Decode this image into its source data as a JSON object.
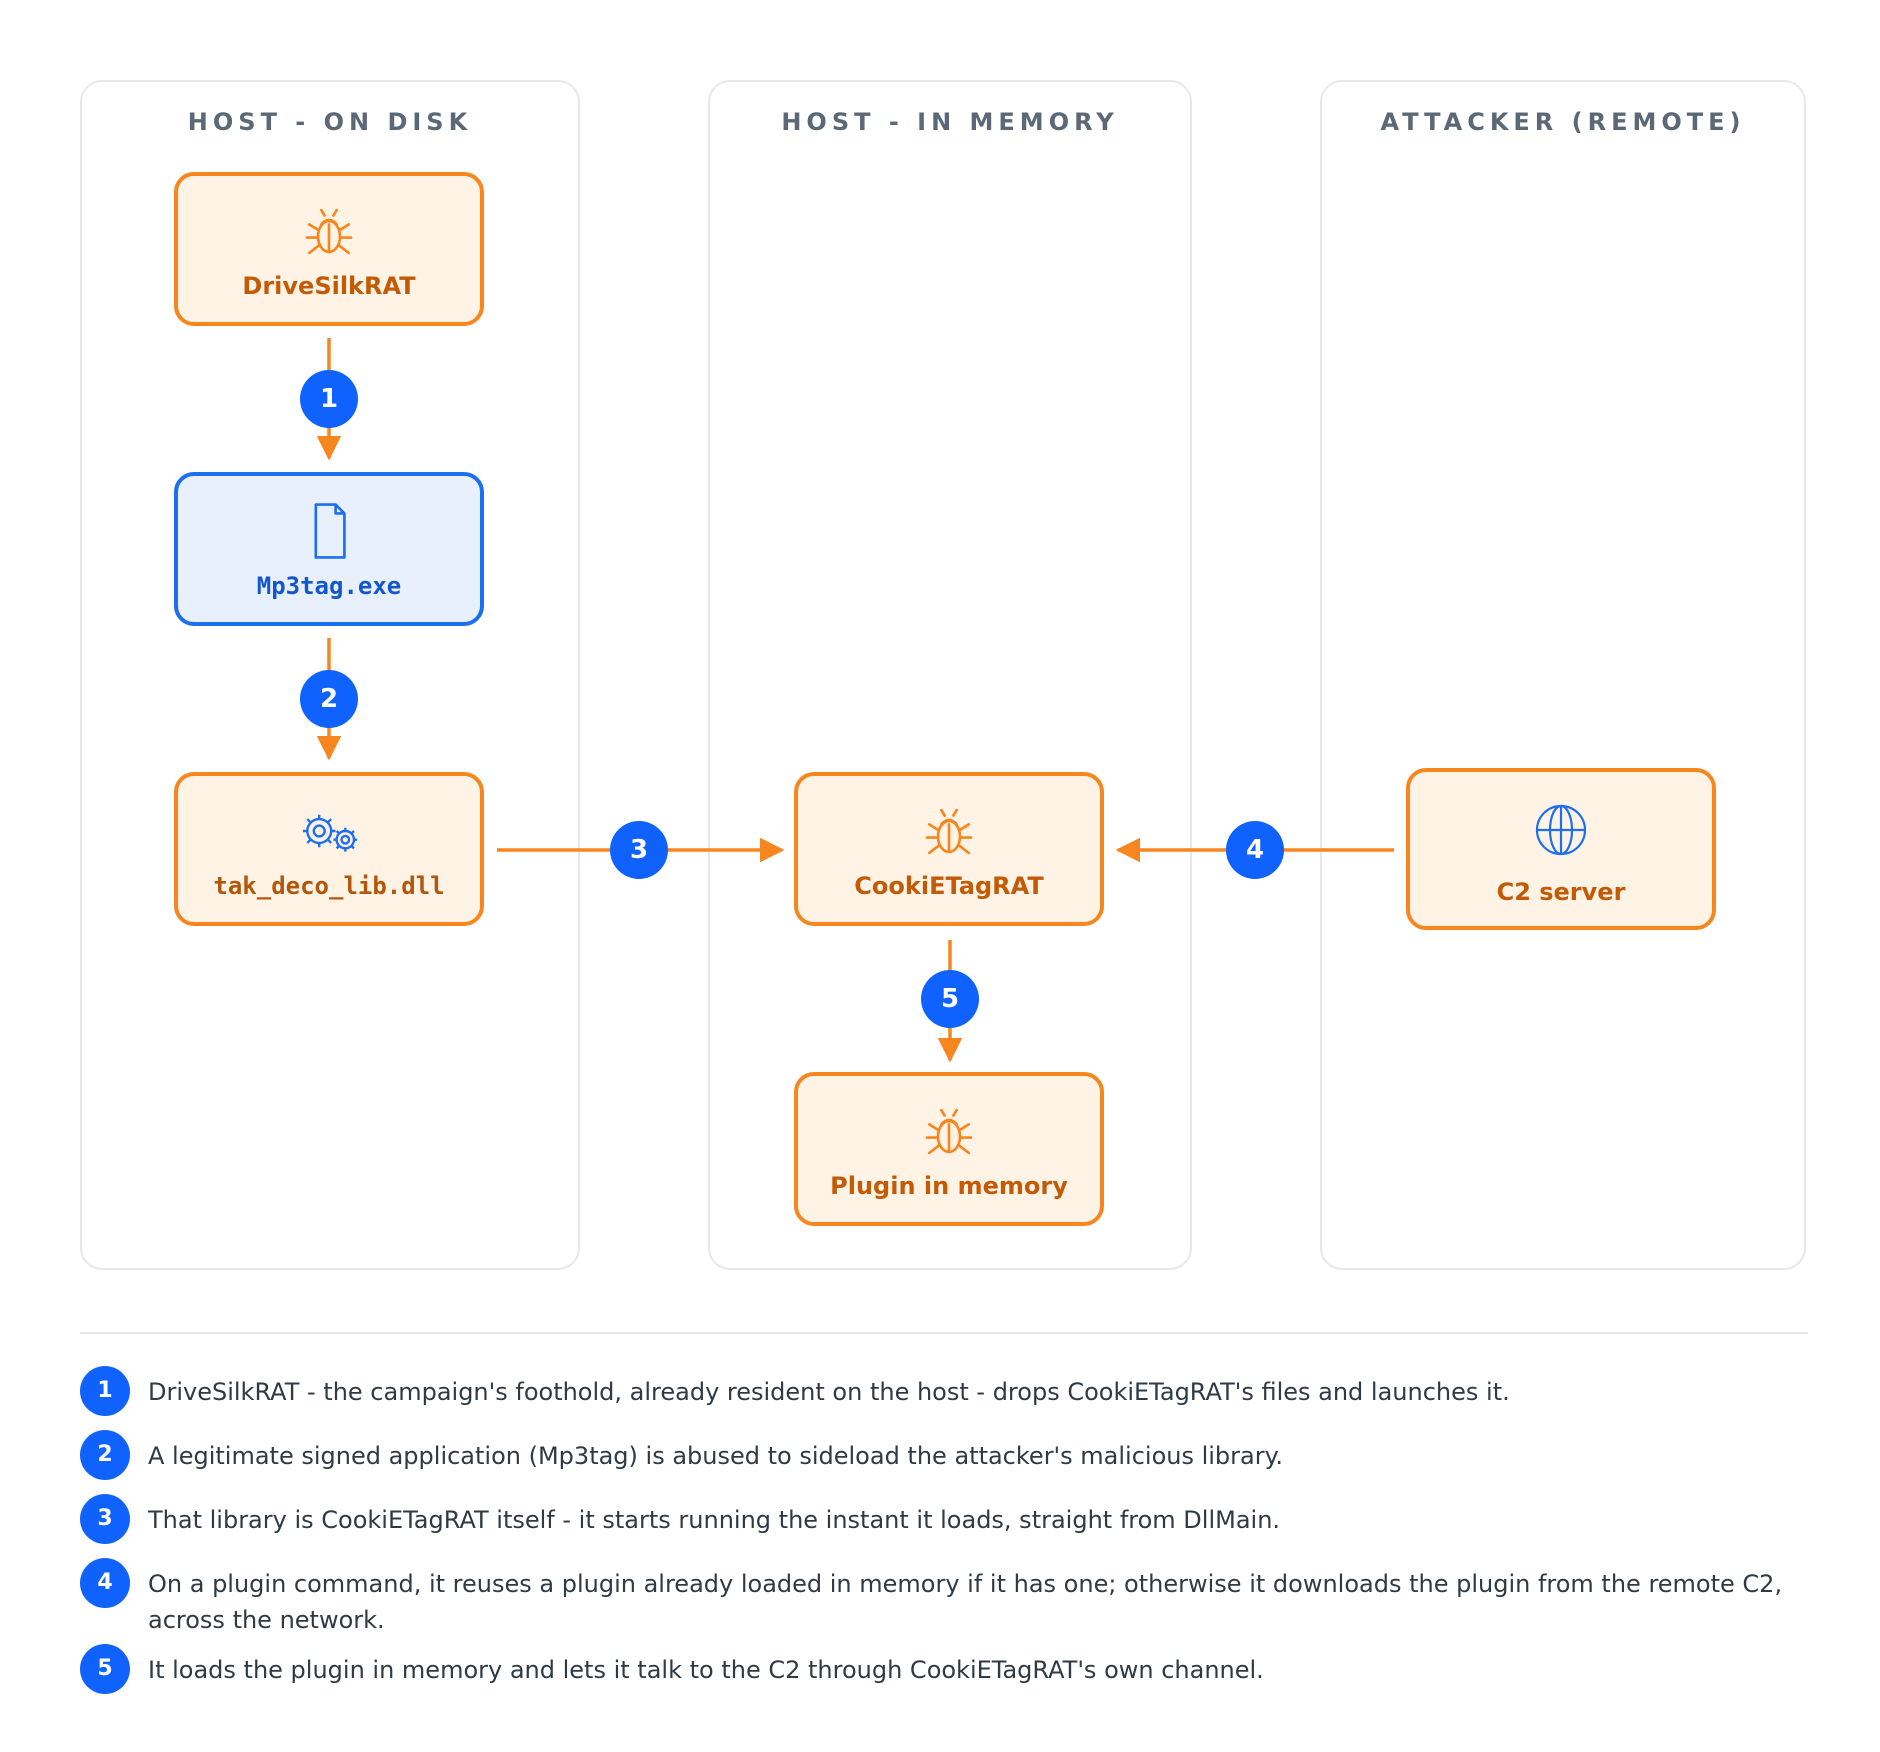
{
  "lanes": [
    {
      "title": "HOST - ON DISK"
    },
    {
      "title": "HOST - IN MEMORY"
    },
    {
      "title": "ATTACKER (REMOTE)"
    }
  ],
  "nodes": {
    "drivesilkrat": {
      "label": "DriveSilkRAT",
      "icon": "bug-icon"
    },
    "mp3tag": {
      "label": "Mp3tag.exe",
      "icon": "file-icon"
    },
    "dll": {
      "label": "tak_deco_lib.dll",
      "icon": "gears-icon"
    },
    "cookietagrat": {
      "label": "CookiETagRAT",
      "icon": "bug-icon"
    },
    "plugin": {
      "label": "Plugin in memory",
      "icon": "bug-icon"
    },
    "c2": {
      "label": "C2 server",
      "icon": "globe-icon"
    }
  },
  "steps": [
    "1",
    "2",
    "3",
    "4",
    "5"
  ],
  "legend": [
    {
      "num": "1",
      "text": "DriveSilkRAT - the campaign's foothold, already resident on the host - drops CookiETagRAT's files and launches it."
    },
    {
      "num": "2",
      "text": "A legitimate signed application (Mp3tag) is abused to sideload the attacker's malicious library."
    },
    {
      "num": "3",
      "text": "That library is CookiETagRAT itself - it starts running the instant it loads, straight from DllMain."
    },
    {
      "num": "4",
      "text": "On a plugin command, it reuses a plugin already loaded in memory if it has one; otherwise it downloads the plugin from the remote C2, across the network."
    },
    {
      "num": "5",
      "text": "It loads the plugin in memory and lets it talk to the C2 through CookiETagRAT's own channel."
    }
  ],
  "colors": {
    "orange": "#f7861e",
    "blue": "#0f62fe",
    "lane_border": "#e6e8eb"
  }
}
